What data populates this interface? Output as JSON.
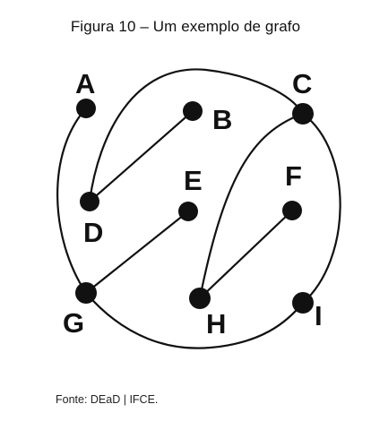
{
  "figure": {
    "caption": "Figura 10 – Um exemplo de grafo",
    "source": "Fonte: DEaD | IFCE."
  },
  "graph": {
    "nodes": [
      {
        "id": "A",
        "label": "A"
      },
      {
        "id": "B",
        "label": "B"
      },
      {
        "id": "C",
        "label": "C"
      },
      {
        "id": "D",
        "label": "D"
      },
      {
        "id": "E",
        "label": "E"
      },
      {
        "id": "F",
        "label": "F"
      },
      {
        "id": "G",
        "label": "G"
      },
      {
        "id": "H",
        "label": "H"
      },
      {
        "id": "I",
        "label": "I"
      }
    ],
    "edges": [
      {
        "from": "A",
        "to": "G"
      },
      {
        "from": "D",
        "to": "C"
      },
      {
        "from": "D",
        "to": "B"
      },
      {
        "from": "G",
        "to": "E"
      },
      {
        "from": "G",
        "to": "I"
      },
      {
        "from": "C",
        "to": "H"
      },
      {
        "from": "H",
        "to": "F"
      },
      {
        "from": "C",
        "to": "I"
      }
    ]
  }
}
